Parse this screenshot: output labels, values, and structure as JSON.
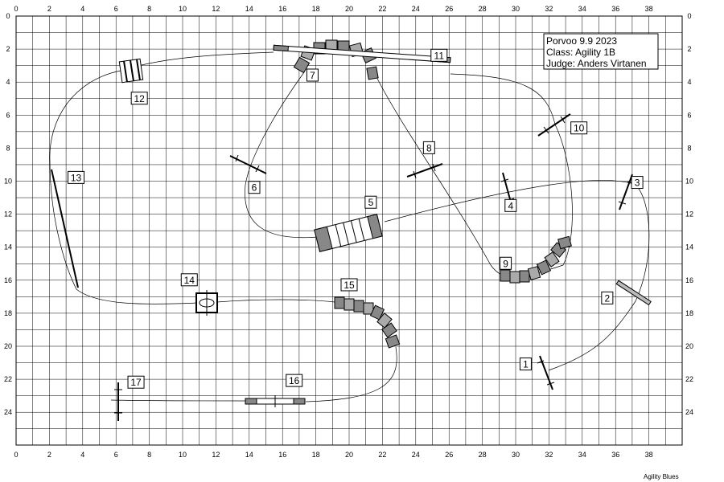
{
  "info": {
    "line1": "Porvoo 9.9 2023",
    "line2": "Class: Agility 1B",
    "line3": "Judge: Anders Virtanen"
  },
  "credit": "Agility Blues",
  "axes": {
    "x_ticks": [
      0,
      2,
      4,
      6,
      8,
      10,
      12,
      14,
      16,
      18,
      20,
      22,
      24,
      26,
      28,
      30,
      32,
      34,
      36,
      38
    ],
    "y_ticks": [
      0,
      2,
      4,
      6,
      8,
      10,
      12,
      14,
      16,
      18,
      20,
      22,
      24
    ]
  },
  "obstacles": [
    {
      "n": "1",
      "label_x": 30.6,
      "label_y": 21.1
    },
    {
      "n": "2",
      "label_x": 35.5,
      "label_y": 17.1
    },
    {
      "n": "3",
      "label_x": 37.3,
      "label_y": 10.1
    },
    {
      "n": "4",
      "label_x": 29.7,
      "label_y": 11.5
    },
    {
      "n": "5",
      "label_x": 21.3,
      "label_y": 11.3
    },
    {
      "n": "6",
      "label_x": 14.3,
      "label_y": 10.4
    },
    {
      "n": "7",
      "label_x": 17.8,
      "label_y": 3.6
    },
    {
      "n": "8",
      "label_x": 24.8,
      "label_y": 8.0
    },
    {
      "n": "9",
      "label_x": 29.4,
      "label_y": 15.0
    },
    {
      "n": "10",
      "label_x": 33.8,
      "label_y": 6.8
    },
    {
      "n": "11",
      "label_x": 25.4,
      "label_y": 2.4
    },
    {
      "n": "12",
      "label_x": 7.4,
      "label_y": 5.0
    },
    {
      "n": "13",
      "label_x": 3.6,
      "label_y": 9.8
    },
    {
      "n": "14",
      "label_x": 10.4,
      "label_y": 16.0
    },
    {
      "n": "15",
      "label_x": 20.0,
      "label_y": 16.3
    },
    {
      "n": "16",
      "label_x": 16.7,
      "label_y": 22.1
    },
    {
      "n": "17",
      "label_x": 7.2,
      "label_y": 22.2
    }
  ]
}
